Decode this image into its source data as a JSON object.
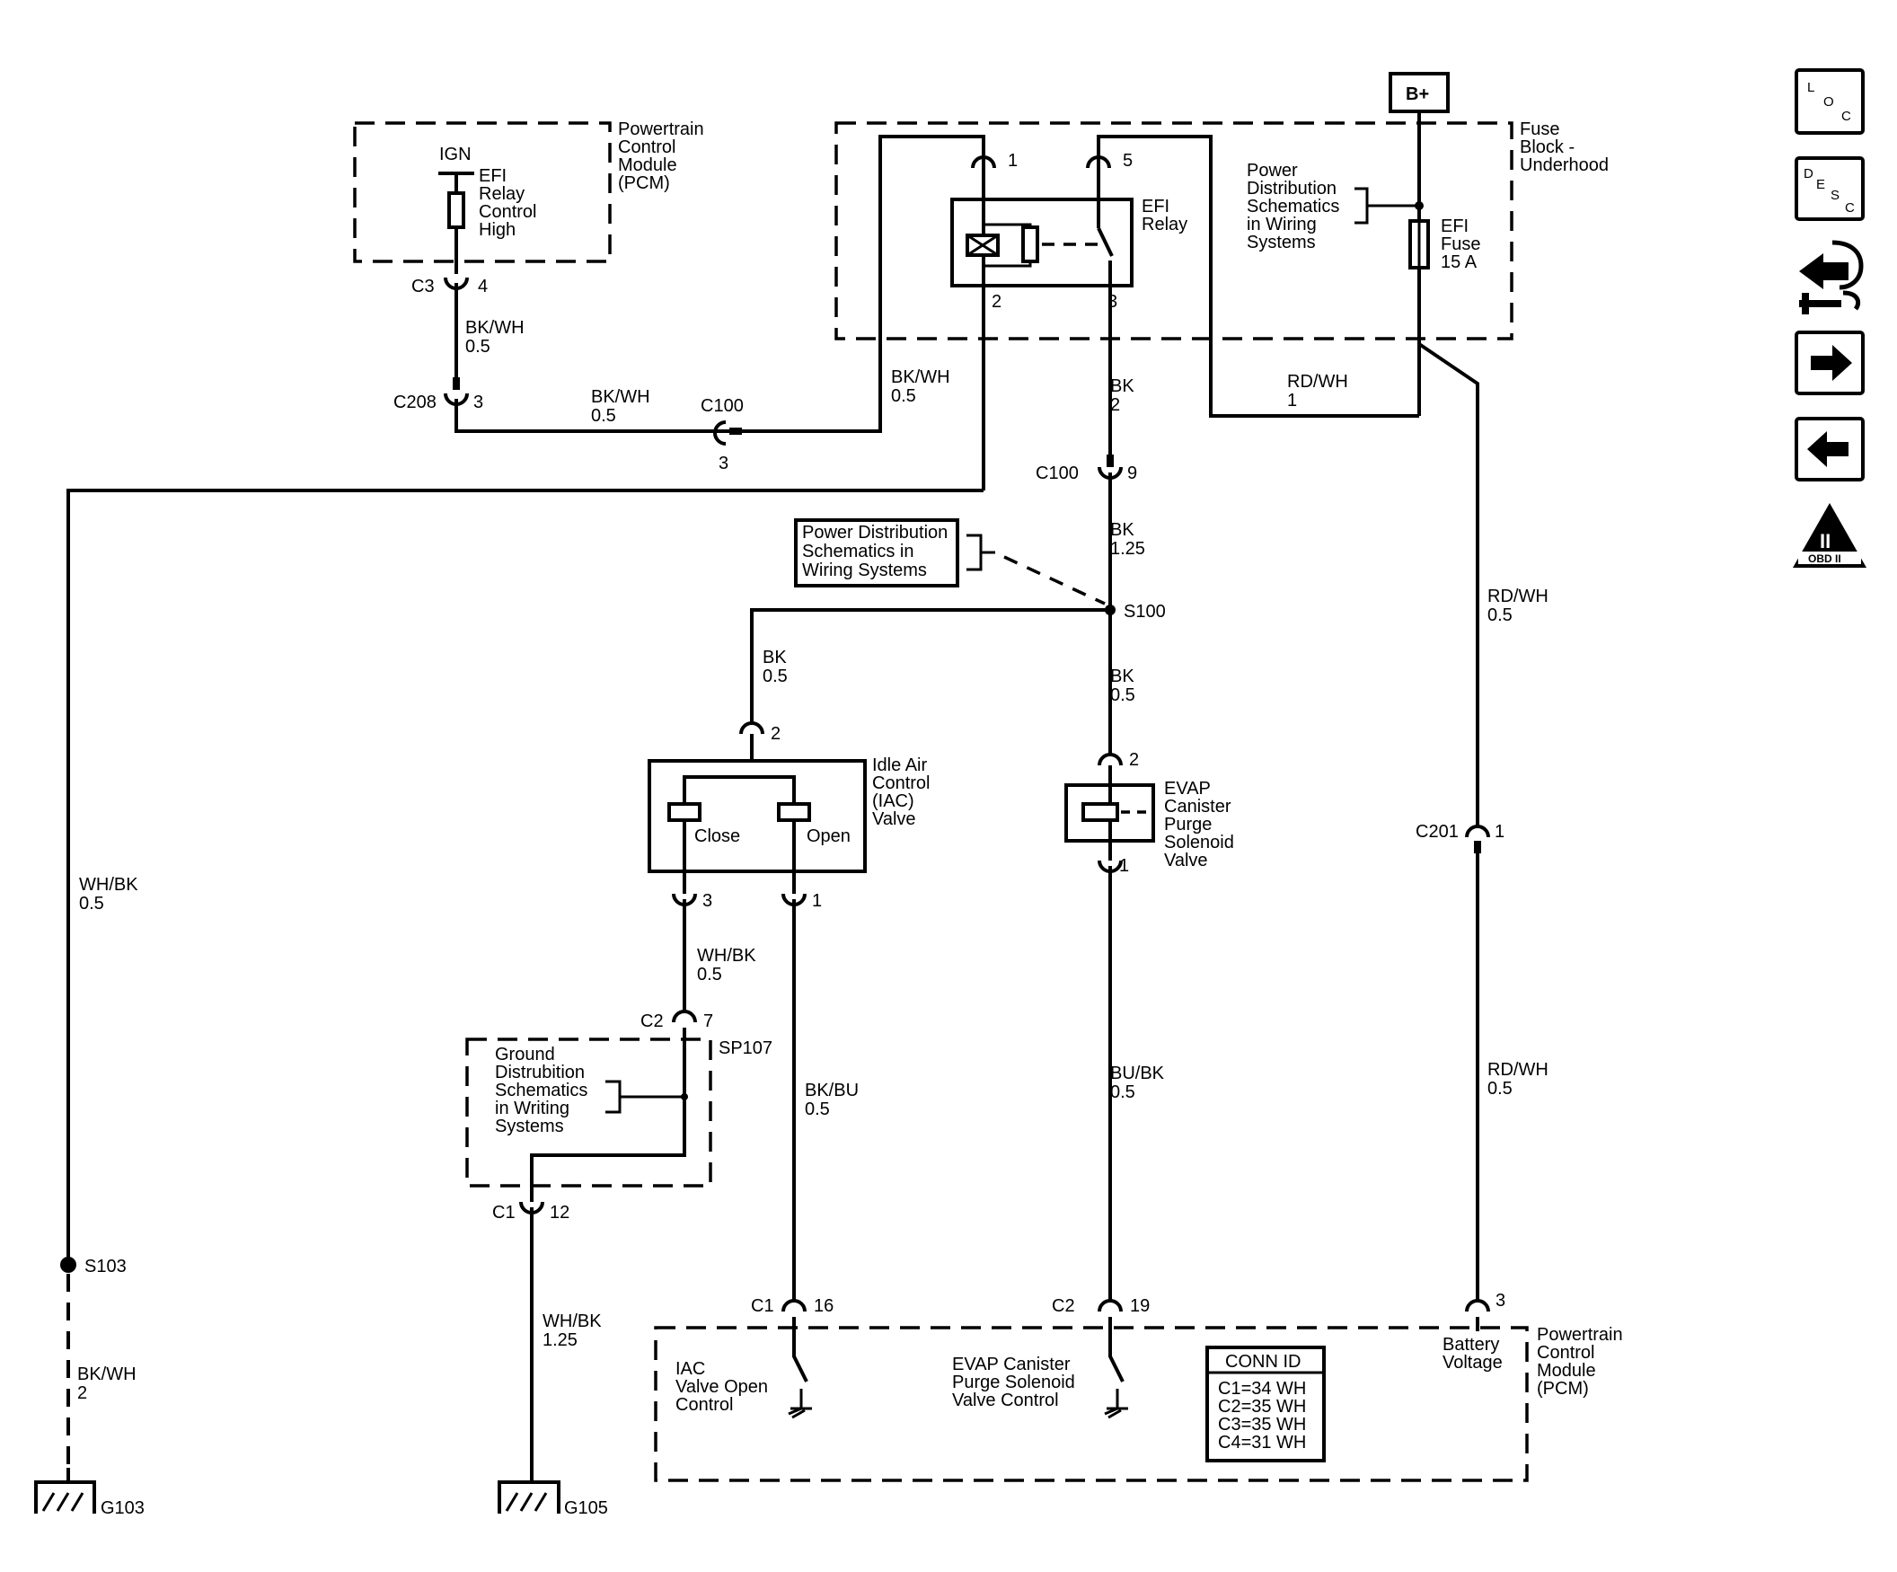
{
  "pcm_top": {
    "title_lines": [
      "Powertrain",
      "Control",
      "Module",
      "(PCM)"
    ],
    "ign": "IGN",
    "circuit_lines": [
      "EFI",
      "Relay",
      "Control",
      "High"
    ],
    "conn_c3": "C3",
    "pin_c3": "4"
  },
  "wire_labels": {
    "bkwh_05_a": [
      "BK/WH",
      "0.5"
    ],
    "bkwh_05_b": [
      "BK/WH",
      "0.5"
    ],
    "bkwh_05_c": [
      "BK/WH",
      "0.5"
    ],
    "bk_2": [
      "BK",
      "2"
    ],
    "rdwh_1": [
      "RD/WH",
      "1"
    ],
    "bk_125": [
      "BK",
      "1.25"
    ],
    "bk_05_iac": [
      "BK",
      "0.5"
    ],
    "bk_05_evap": [
      "BK",
      "0.5"
    ],
    "rdwh_05_a": [
      "RD/WH",
      "0.5"
    ],
    "whbk_05_left": [
      "WH/BK",
      "0.5"
    ],
    "whbk_05_iac": [
      "WH/BK",
      "0.5"
    ],
    "bkbu_05": [
      "BK/BU",
      "0.5"
    ],
    "bubk_05": [
      "BU/BK",
      "0.5"
    ],
    "rdwh_05_b": [
      "RD/WH",
      "0.5"
    ],
    "bkwh_2": [
      "BK/WH",
      "2"
    ],
    "whbk_125": [
      "WH/BK",
      "1.25"
    ]
  },
  "connectors": {
    "c208": "C208",
    "c208_pin": "3",
    "c100a": "C100",
    "c100a_pin": "3",
    "c100b": "C100",
    "c100b_pin": "9",
    "iac_pin2": "2",
    "iac_pin3": "3",
    "iac_pin1": "1",
    "evap_pin2": "2",
    "evap_pin1": "1",
    "c201": "C201",
    "c201_pin": "1",
    "c2": "C2",
    "c2_pin": "7",
    "c1": "C1",
    "c1_pin": "12",
    "c1b": "C1",
    "c1b_pin": "16",
    "c2b": "C2",
    "c2b_pin": "19",
    "pcm_pin3": "3"
  },
  "fuse_block": {
    "title_lines": [
      "Fuse",
      "Block -",
      "Underhood"
    ],
    "bplus": "B+",
    "relay_pin1": "1",
    "relay_pin5": "5",
    "relay_pin2": "2",
    "relay_pin3": "3",
    "relay_lines": [
      "EFI",
      "Relay"
    ],
    "power_ref_lines": [
      "Power",
      "Distribution",
      "Schematics",
      "in Wiring",
      "Systems"
    ],
    "fuse_lines": [
      "EFI",
      "Fuse",
      "15 A"
    ]
  },
  "splices": {
    "s100": "S100",
    "s103": "S103",
    "sp107": "SP107"
  },
  "power_dist_ref_lines": [
    "Power Distribution",
    "Schematics in",
    "Wiring  Systems"
  ],
  "iac": {
    "title_lines": [
      "Idle Air",
      "Control",
      "(IAC)",
      "Valve"
    ],
    "close": "Close",
    "open": "Open"
  },
  "evap": {
    "title_lines": [
      "EVAP",
      "Canister",
      "Purge",
      "Solenoid",
      "Valve"
    ]
  },
  "ground_ref_lines": [
    "Ground",
    "Distrubition",
    "Schematics",
    "in Writing",
    "Systems"
  ],
  "grounds": {
    "g103": "G103",
    "g105": "G105"
  },
  "pcm_bottom": {
    "title_lines": [
      "Powertrain",
      "Control",
      "Module",
      "(PCM)"
    ],
    "iac_lines": [
      "IAC",
      "Valve Open",
      "Control"
    ],
    "evap_lines": [
      "EVAP Canister",
      "Purge Solenoid",
      "Valve Control"
    ],
    "battery_lines": [
      "Battery",
      "Voltage"
    ],
    "conn_id_title": "CONN ID",
    "conn_id_rows": [
      "C1=34 WH",
      "C2=35 WH",
      "C3=35 WH",
      "C4=31 WH"
    ]
  },
  "nav": {
    "loc_letters": [
      "L",
      "O",
      "C"
    ],
    "desc_letters": [
      "D",
      "E",
      "S",
      "C"
    ],
    "obd_roman": "II",
    "obd_label": "OBD II"
  },
  "icons": [
    "loc-icon",
    "desc-icon",
    "connector-view-icon",
    "next-arrow-icon",
    "previous-arrow-icon",
    "obd-ii-icon"
  ]
}
